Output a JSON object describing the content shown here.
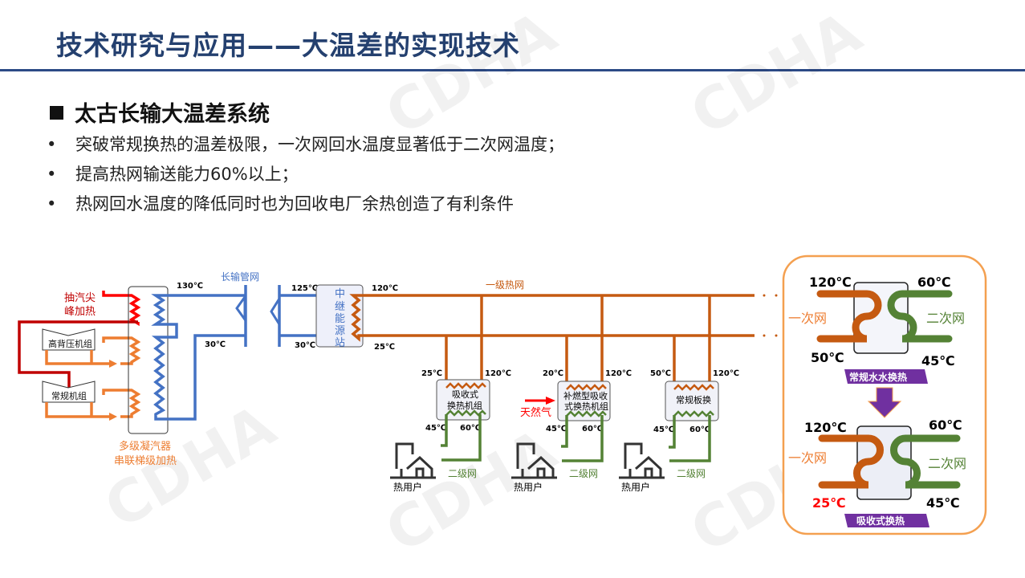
{
  "header": {
    "title": "技术研究与应用——大温差的实现技术"
  },
  "section": {
    "heading": "太古长输大温差系统",
    "bullets": [
      "突破常规换热的温差极限，一次网回水温度显著低于二次网温度；",
      "提高热网输送能力60%以上；",
      "热网回水温度的降低同时也为回收电厂余热创造了有利条件"
    ]
  },
  "watermark": "CDHA",
  "diagram": {
    "peak_heating": [
      "抽汽尖",
      "峰加热"
    ],
    "unit_high_back_pressure": "高背压机组",
    "unit_conventional": "常规机组",
    "condenser": [
      "多级凝汽器",
      "串联梯级加热"
    ],
    "long_pipe": "长输管网",
    "relay_station": [
      "中",
      "继",
      "能",
      "源",
      "站"
    ],
    "primary_net": "一级热网",
    "t_130": "130℃",
    "t_30a": "30℃",
    "t_125": "125℃",
    "t_30b": "30℃",
    "t_120": "120℃",
    "t_25": "25℃",
    "stations": [
      {
        "name": [
          "吸收式",
          "换热机组"
        ],
        "t_in": "25℃",
        "t_out": "120℃",
        "t_s1": "45℃",
        "t_s2": "60℃"
      },
      {
        "name": [
          "补燃型吸收",
          "式换热机组"
        ],
        "t_in": "20℃",
        "t_out": "120℃",
        "t_s1": "45℃",
        "t_s2": "60℃"
      },
      {
        "name": [
          "常规板换"
        ],
        "t_in": "50℃",
        "t_out": "120℃",
        "t_s1": "45℃",
        "t_s2": "60℃"
      }
    ],
    "natural_gas": "天然气",
    "user": "热用户",
    "secondary_net": "二级网"
  },
  "comparison": {
    "top": {
      "t1": "120℃",
      "t2": "50℃",
      "t3": "60℃",
      "t4": "45℃",
      "left": "一次网",
      "right": "二次网",
      "label": "常规水水换热"
    },
    "bottom": {
      "t1": "120℃",
      "t2": "25℃",
      "t3": "60℃",
      "t4": "45℃",
      "left": "一次网",
      "right": "二次网",
      "label": "吸收式换热"
    }
  },
  "colors": {
    "title": "#24406f",
    "blue": "#4472c4",
    "orange": "#c55a11",
    "light_orange": "#ed7d31",
    "green": "#548235",
    "red": "#ff0000",
    "purple": "#7030a0"
  }
}
